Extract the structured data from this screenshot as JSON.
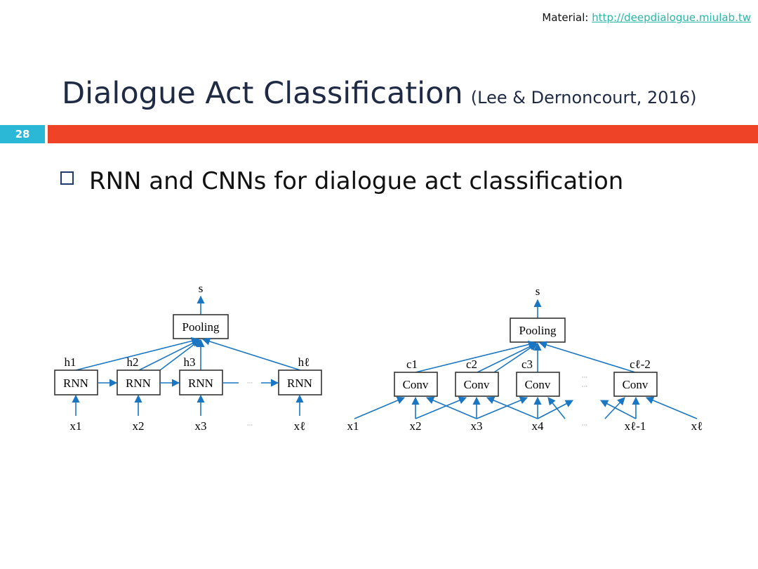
{
  "header": {
    "material_label": "Material:",
    "material_link": "http://deepdialogue.miulab.tw"
  },
  "title": {
    "main": "Dialogue Act Classification",
    "citation": "(Lee & Dernoncourt, 2016)"
  },
  "slide_number": "28",
  "bullets": [
    {
      "text": "RNN and CNNs for dialogue act classification"
    }
  ],
  "colors": {
    "accent_bar": "#ee4326",
    "slide_number_bg": "#2bb7d6",
    "title": "#1f2a44",
    "arrow": "#1b76c2",
    "link": "#2bb5a6"
  },
  "rnn_diagram": {
    "output": "s",
    "pooling": "Pooling",
    "cell": "RNN",
    "hidden": [
      "h1",
      "h2",
      "h3",
      "hℓ"
    ],
    "inputs": [
      "x1",
      "x2",
      "x3",
      "xℓ"
    ],
    "ellipsis": "···"
  },
  "cnn_diagram": {
    "output": "s",
    "pooling": "Pooling",
    "cell": "Conv",
    "features": [
      "c1",
      "c2",
      "c3",
      "cℓ-2"
    ],
    "inputs": [
      "x1",
      "x2",
      "x3",
      "x4",
      "xℓ-1",
      "xℓ"
    ],
    "ellipsis": "···"
  }
}
